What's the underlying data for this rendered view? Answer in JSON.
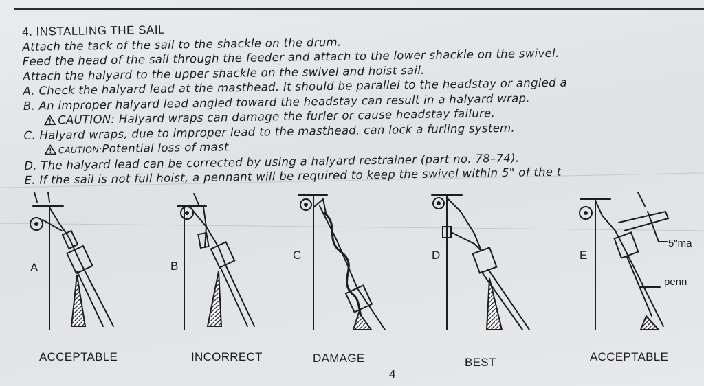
{
  "section_title": "4. INSTALLING THE SAIL",
  "instructions": [
    "Attach the tack of the sail to the shackle on the drum.",
    "Feed the head of the sail through the feeder and attach to the lower shackle on the swivel.",
    "Attach the halyard to the upper shackle on the swivel and hoist sail.",
    "A. Check the halyard lead at the masthead. It should be parallel to the headstay or angled a",
    "B. An improper halyard lead angled toward the headstay can result in a halyard wrap."
  ],
  "caution_1": {
    "tag": "CAUTION:",
    "text": " Halyard wraps can damage the furler or cause headstay failure."
  },
  "instruction_c": "C. Halyard wraps, due to improper lead to the masthead, can lock a furling system.",
  "caution_2": {
    "tag": "CAUTION:",
    "text": "Potential loss of mast"
  },
  "instruction_d": "D. The halyard lead can be corrected by using a halyard restrainer (part no. 78–74).",
  "instruction_e": "E. If the sail is not full hoist, a pennant will be required to keep the swivel within 5\" of the t",
  "figures": [
    {
      "letter": "A",
      "caption": "ACCEPTABLE"
    },
    {
      "letter": "B",
      "caption": "INCORRECT"
    },
    {
      "letter": "C",
      "caption": "DAMAGE"
    },
    {
      "letter": "D",
      "caption": "BEST"
    },
    {
      "letter": "E",
      "caption": "ACCEPTABLE"
    }
  ],
  "callouts": {
    "max": "5\"ma",
    "pennant": "penn"
  },
  "page_number": "4"
}
